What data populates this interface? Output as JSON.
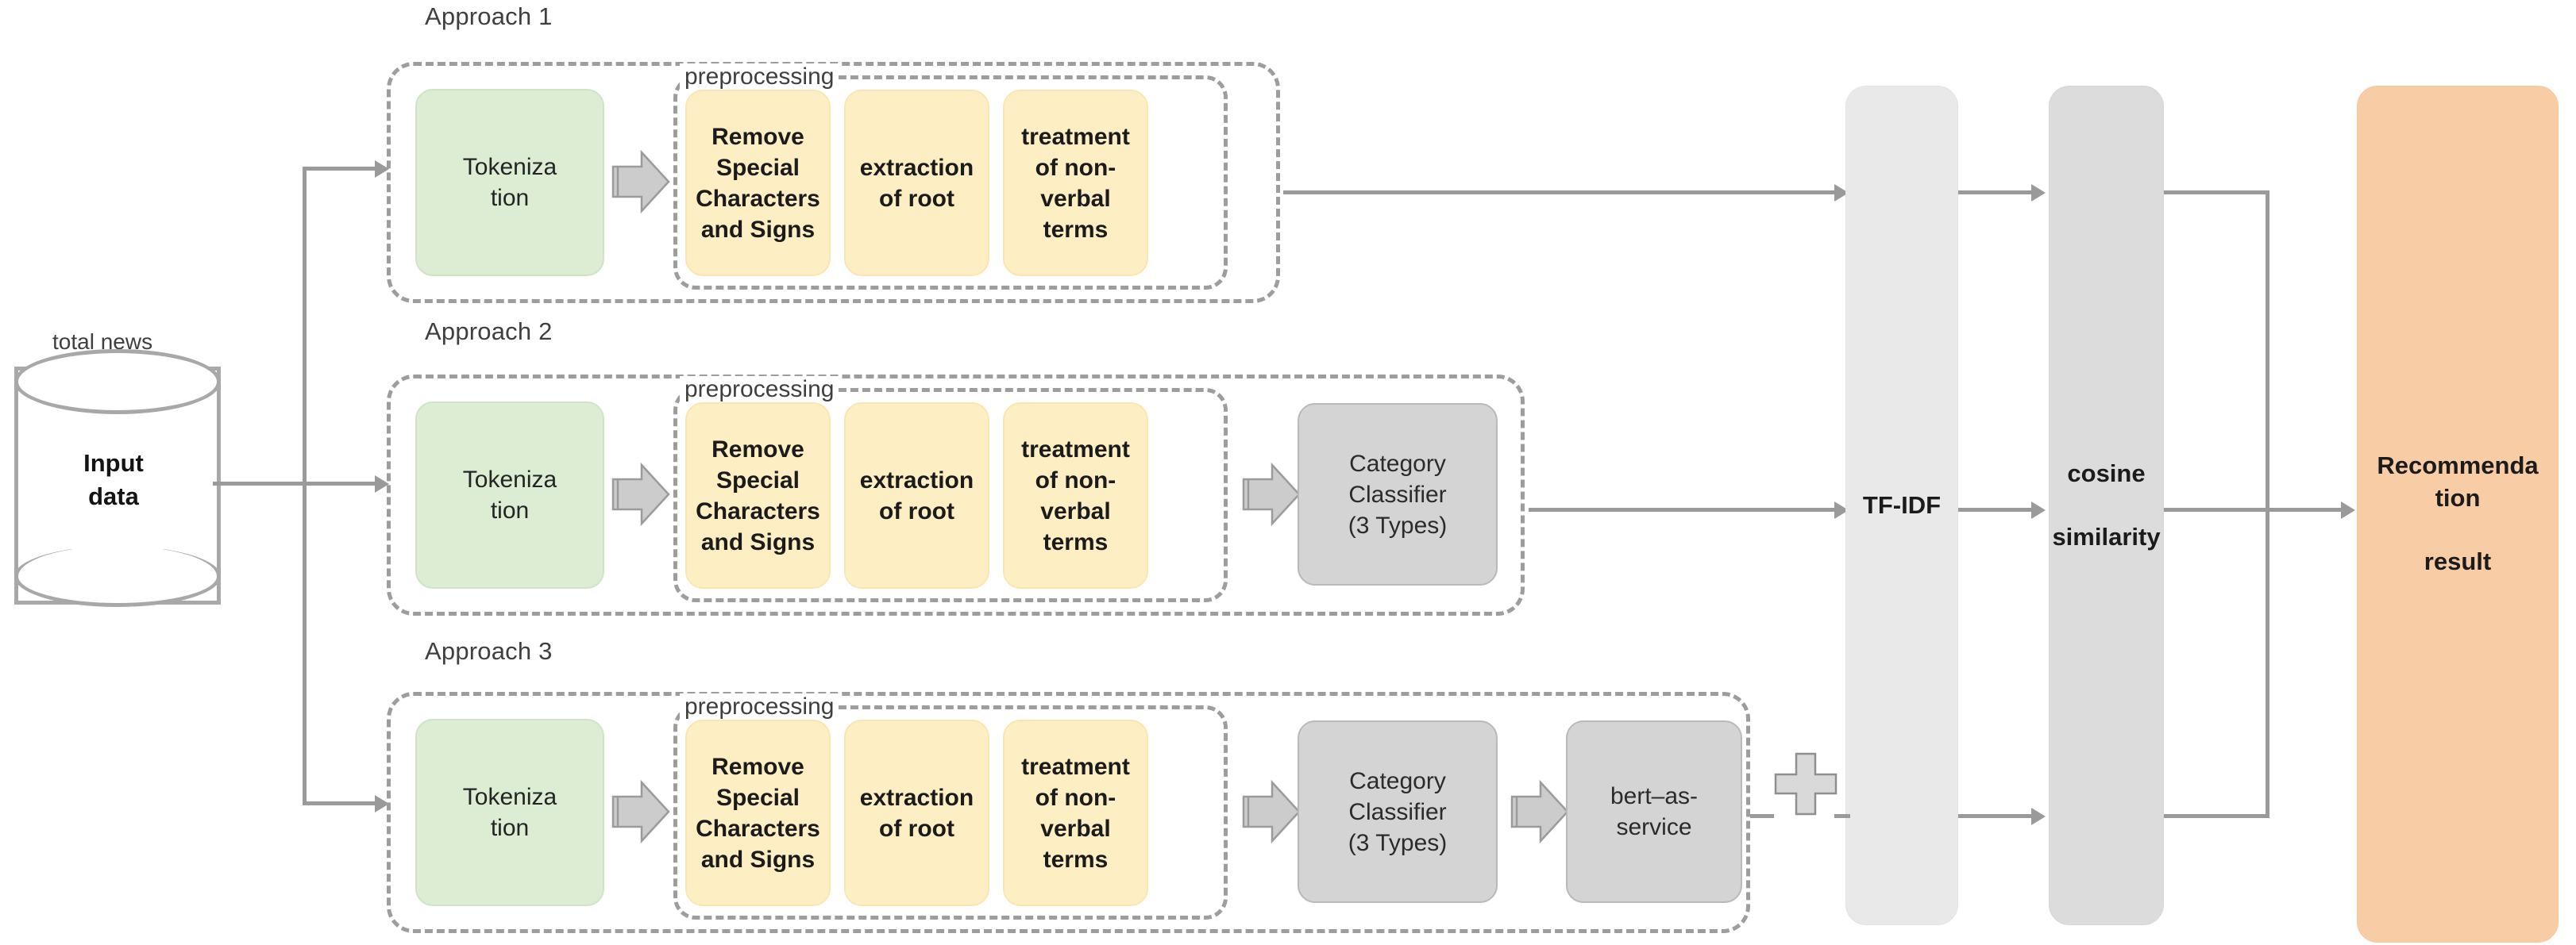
{
  "diagram": {
    "title_hidden": "",
    "source": {
      "caption": "total news",
      "label": "Input\ndata"
    },
    "approaches": [
      {
        "id": "approach-1",
        "label": "Approach 1",
        "preprocessing_label": "preprocessing",
        "tokenization": "Tokeniza\ntion",
        "preprocessing_steps": [
          "Remove\nSpecial\nCharacters\nand Signs",
          "extraction\nof root",
          "treatment\nof non-\nverbal\nterms"
        ],
        "extra_nodes": []
      },
      {
        "id": "approach-2",
        "label": "Approach 2",
        "preprocessing_label": "preprocessing",
        "tokenization": "Tokeniza\ntion",
        "preprocessing_steps": [
          "Remove\nSpecial\nCharacters\nand Signs",
          "extraction\nof root",
          "treatment\nof non-\nverbal\nterms"
        ],
        "extra_nodes": [
          "Category\nClassifier\n(3 Types)"
        ]
      },
      {
        "id": "approach-3",
        "label": "Approach 3",
        "preprocessing_label": "preprocessing",
        "tokenization": "Tokeniza\ntion",
        "preprocessing_steps": [
          "Remove\nSpecial\nCharacters\nand Signs",
          "extraction\nof root",
          "treatment\nof non-\nverbal\nterms"
        ],
        "extra_nodes": [
          "Category\nClassifier\n(3 Types)",
          "bert–as-\nservice"
        ]
      }
    ],
    "combiner": {
      "symbol": "plus",
      "label": "+"
    },
    "pipeline": {
      "tfidf": "TF-IDF",
      "cosine": "cosine\n\nsimilarity",
      "result": "Recommenda\ntion\n\nresult"
    },
    "colors": {
      "green": "#dcedd4",
      "yellow": "#fdeec4",
      "gray": "#d4d4d4",
      "tfidf_gray": "#e9e9e9",
      "cosine_gray": "#dcdcdc",
      "orange": "#f8cda6",
      "line": "#9a9a9a",
      "dash": "#9d9d9d"
    }
  }
}
